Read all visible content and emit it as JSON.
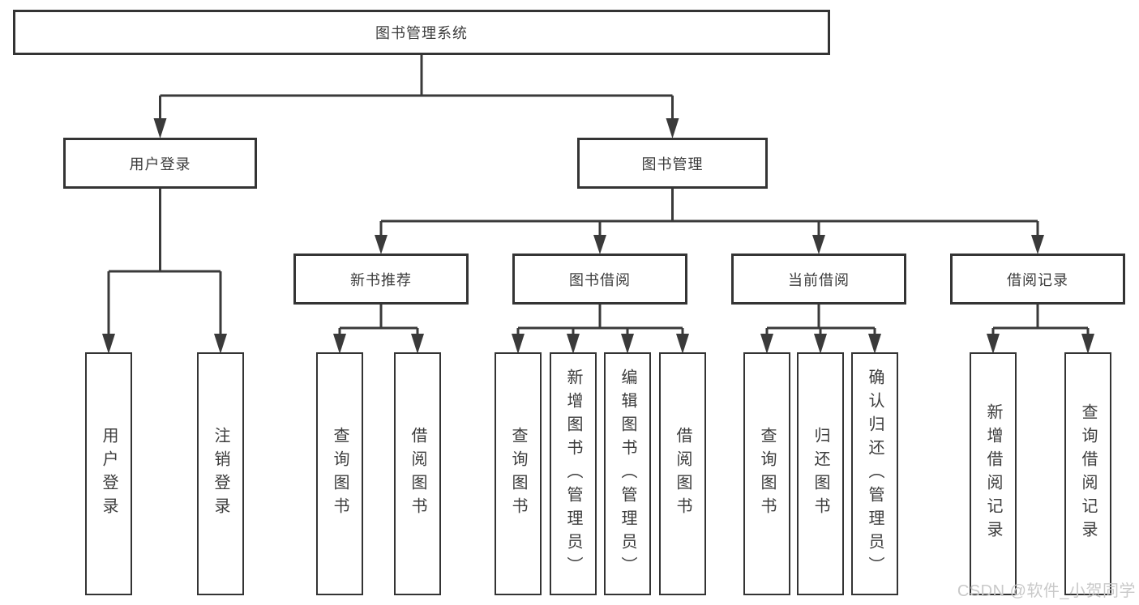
{
  "diagram": {
    "root": {
      "label": "图书管理系统"
    },
    "branches": [
      {
        "id": "user-login",
        "label": "用户登录",
        "children": [
          "用户登录",
          "注销登录"
        ]
      },
      {
        "id": "book-management",
        "label": "图书管理",
        "sections": [
          {
            "id": "new-book-recommend",
            "label": "新书推荐",
            "children": [
              "查询图书",
              "借阅图书"
            ]
          },
          {
            "id": "book-borrow",
            "label": "图书借阅",
            "children": [
              "查询图书",
              "新增图书（管理员）",
              "编辑图书（管理员）",
              "借阅图书"
            ]
          },
          {
            "id": "current-borrow",
            "label": "当前借阅",
            "children": [
              "查询图书",
              "归还图书",
              "确认归还（管理员）"
            ]
          },
          {
            "id": "borrow-records",
            "label": "借阅记录",
            "children": [
              "新增借阅记录",
              "查询借阅记录"
            ]
          }
        ]
      }
    ]
  },
  "watermark": {
    "text": "CSDN @软件_小贺同学"
  },
  "colors": {
    "line": "#3a3a3a",
    "border": "#343434",
    "text": "#3c3c3c",
    "background": "#ffffff",
    "watermark": "#c9c9c9"
  }
}
